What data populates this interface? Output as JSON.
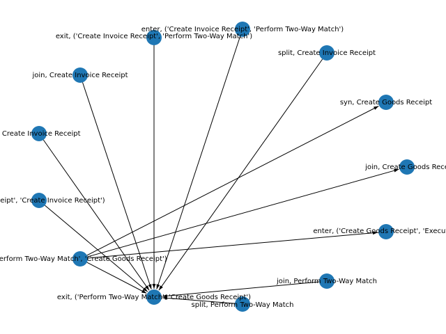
{
  "graph": {
    "node_color": "#1f77b4",
    "edge_color": "#000000",
    "target": "exit, ('Perform Two-Way Match', 'Create Goods Receipt')",
    "nodes": [
      {
        "id": "n_enter_cir_ptwm",
        "label": "enter, ('Create Invoice Receipt', 'Perform Two-Way Match')"
      },
      {
        "id": "n_exit_cir_ptwm",
        "label": "exit, ('Create Invoice Receipt', 'Perform Two-Way Match')"
      },
      {
        "id": "n_split_cir",
        "label": "split, Create Invoice Receipt"
      },
      {
        "id": "n_join_cir",
        "label": "join, Create Invoice Receipt"
      },
      {
        "id": "n_syn_cgr",
        "label": "syn, Create Goods Receipt"
      },
      {
        "id": "n_x_cir",
        "label": ", Create Invoice Receipt"
      },
      {
        "id": "n_join_cgr",
        "label": "join, Create Goods Rece"
      },
      {
        "id": "n_x_cgr_cir",
        "label": "ods Receipt', 'Create Invoice Receipt')"
      },
      {
        "id": "n_enter_cgr_exec",
        "label": "enter, ('Create Goods Receipt', 'Execute P"
      },
      {
        "id": "n_x_ptwm_cgr",
        "label": "'Perform Two-Way Match', 'Create Goods Receipt')"
      },
      {
        "id": "n_join_ptwm",
        "label": "join, Perform Two-Way Match"
      },
      {
        "id": "n_exit_ptwm_cgr",
        "label": "exit, ('Perform Two-Way Match', 'Create Goods Receipt')"
      },
      {
        "id": "n_split_ptwm",
        "label": "split, Perform Two-Way Match"
      }
    ],
    "edges": [
      {
        "from": "n_exit_cir_ptwm",
        "to": "n_exit_ptwm_cgr"
      },
      {
        "from": "n_enter_cir_ptwm",
        "to": "n_exit_ptwm_cgr"
      },
      {
        "from": "n_split_cir",
        "to": "n_exit_ptwm_cgr"
      },
      {
        "from": "n_join_cir",
        "to": "n_exit_ptwm_cgr"
      },
      {
        "from": "n_x_cir",
        "to": "n_exit_ptwm_cgr"
      },
      {
        "from": "n_x_cgr_cir",
        "to": "n_exit_ptwm_cgr"
      },
      {
        "from": "n_x_ptwm_cgr",
        "to": "n_exit_ptwm_cgr"
      },
      {
        "from": "n_join_ptwm",
        "to": "n_exit_ptwm_cgr"
      },
      {
        "from": "n_split_ptwm",
        "to": "n_exit_ptwm_cgr"
      },
      {
        "from": "n_x_ptwm_cgr",
        "to": "n_syn_cgr"
      },
      {
        "from": "n_x_ptwm_cgr",
        "to": "n_join_cgr"
      },
      {
        "from": "n_x_ptwm_cgr",
        "to": "n_enter_cgr_exec"
      }
    ]
  }
}
